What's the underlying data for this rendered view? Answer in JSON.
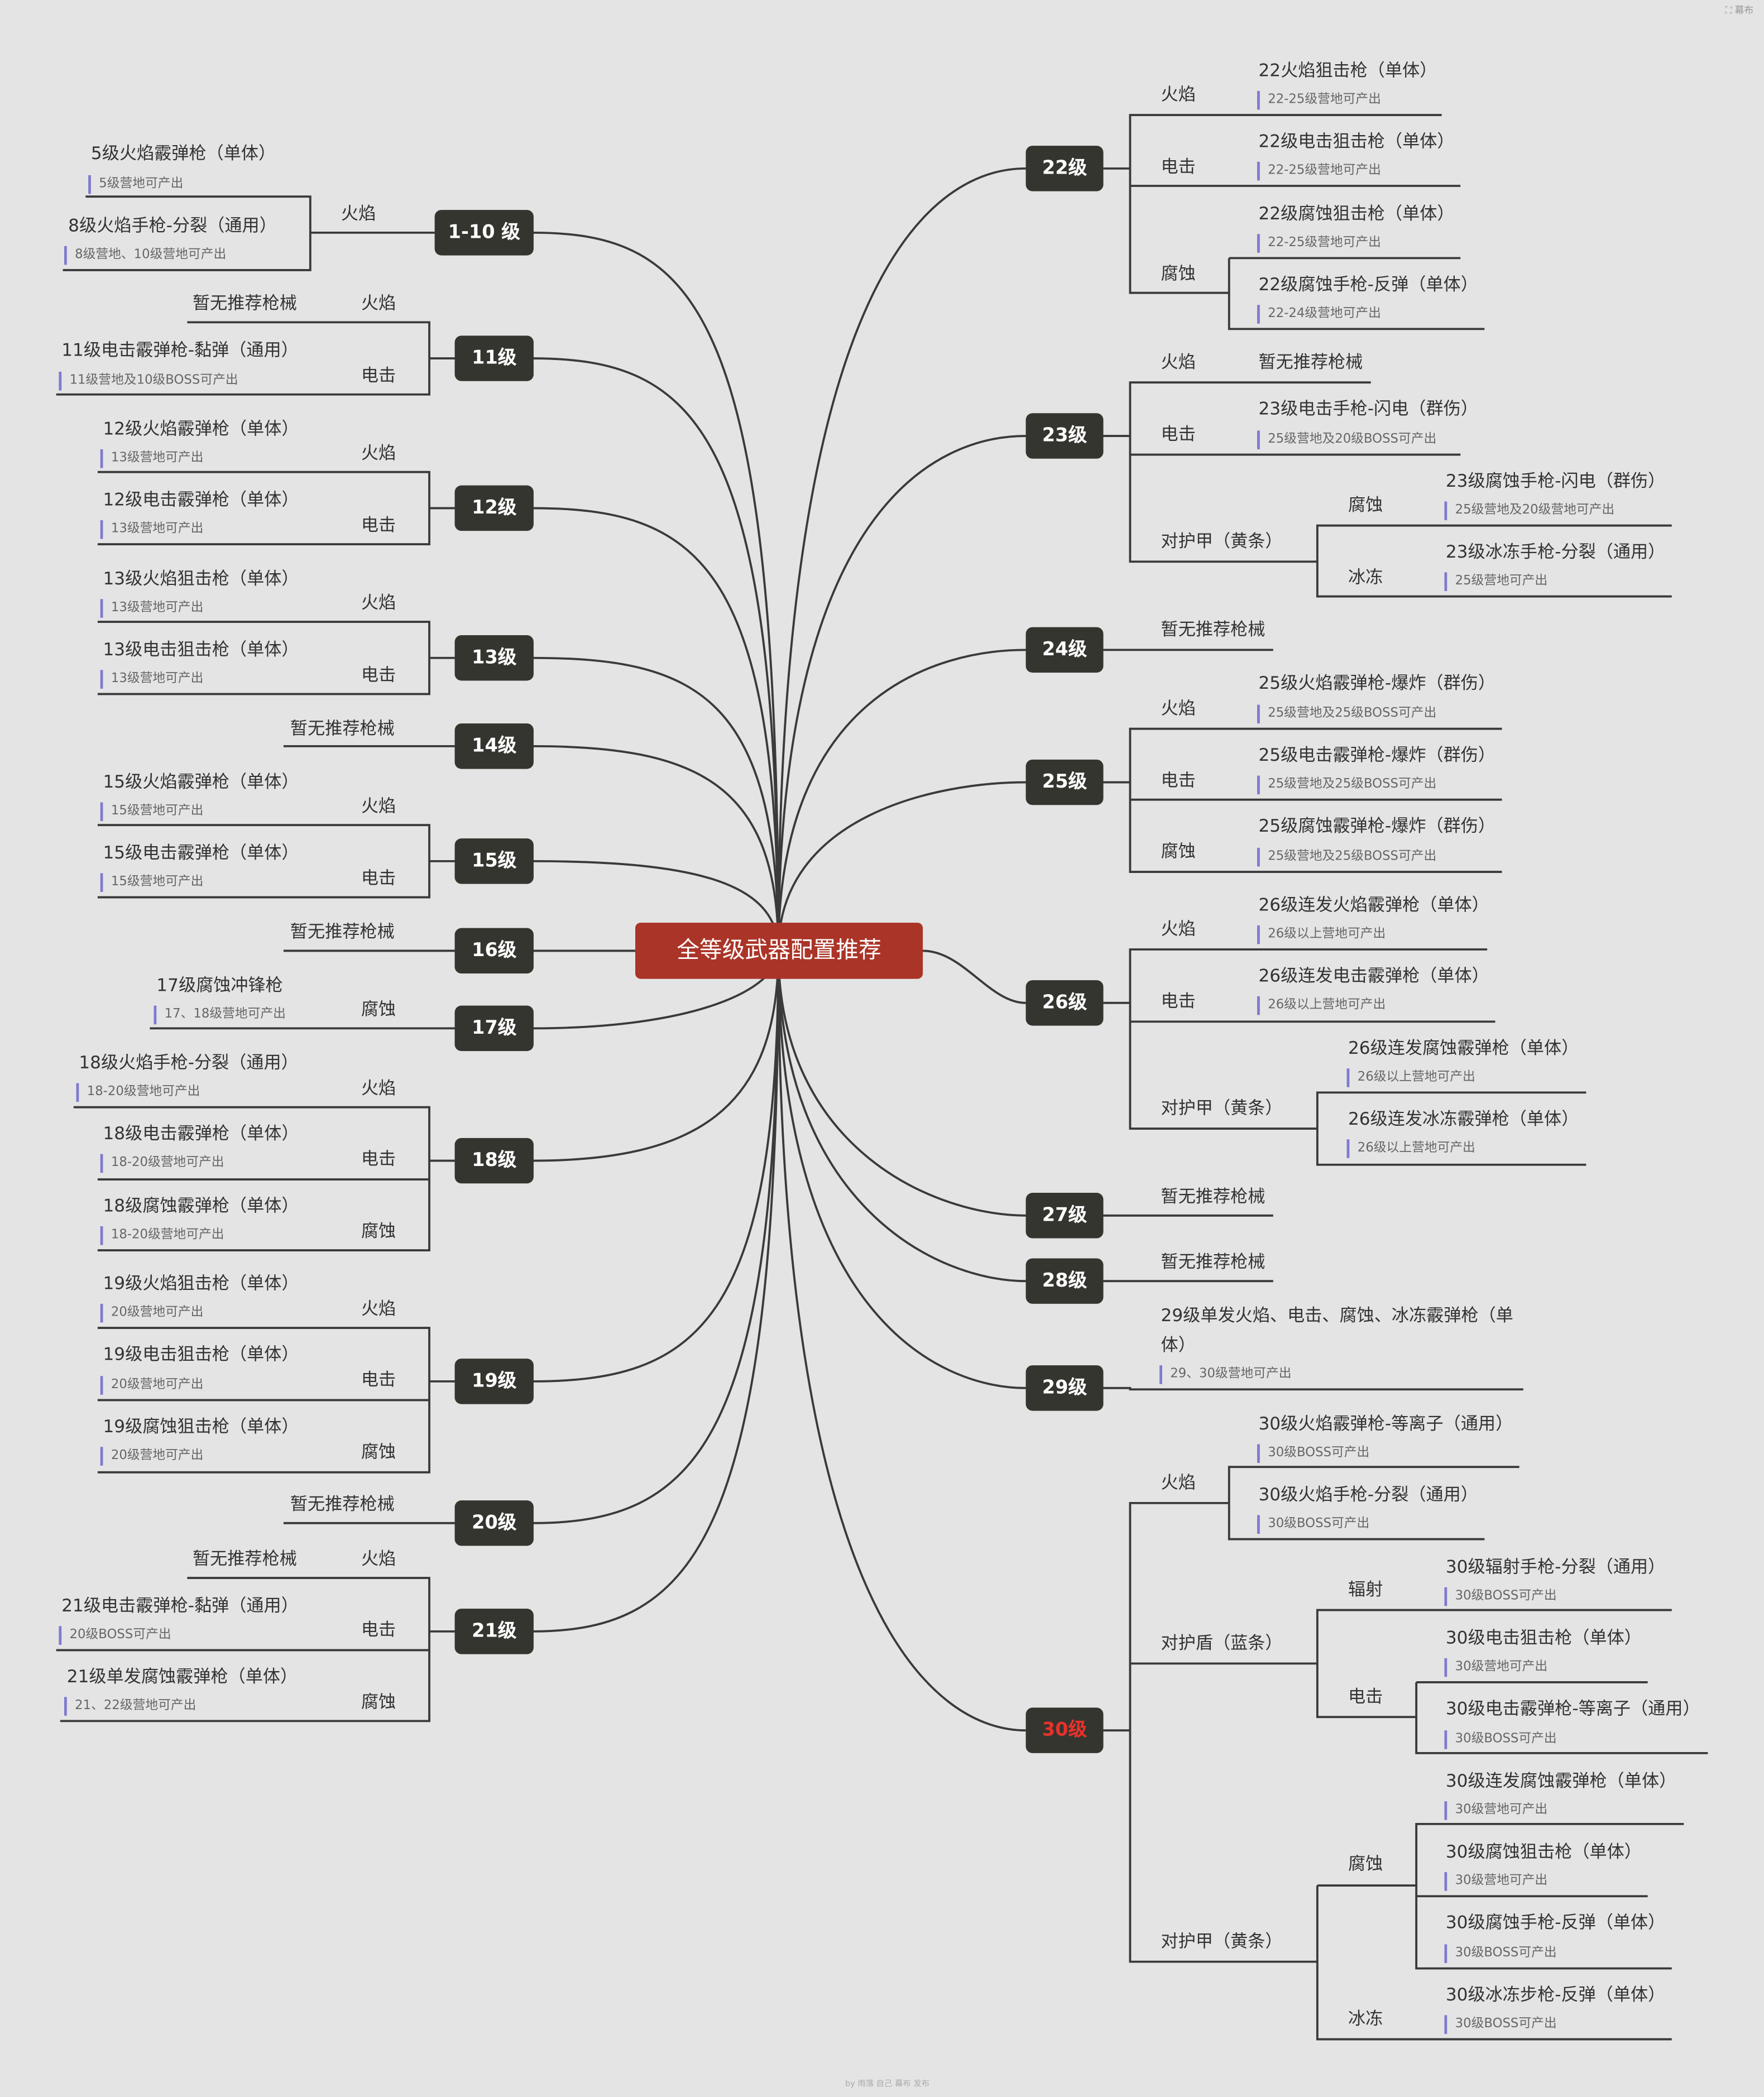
{
  "root": "全等级武器配置推荐",
  "corner": "⛶ 幕布",
  "footer": "by 雨落 自己 幕布 发布",
  "right": {
    "l22": {
      "label": "22级",
      "fire": "火焰",
      "elec": "电击",
      "rot": "腐蚀",
      "w1": "22火焰狙击枪（单体）",
      "n1": "22-25级营地可产出",
      "w2": "22级电击狙击枪（单体）",
      "n2": "22-25级营地可产出",
      "w3": "22级腐蚀狙击枪（单体）",
      "n3": "22-25级营地可产出",
      "w4": "22级腐蚀手枪-反弹（单体）",
      "n4": "22-24级营地可产出"
    },
    "l23": {
      "label": "23级",
      "fire": "火焰",
      "none": "暂无推荐枪械",
      "elec": "电击",
      "w1": "23级电击手枪-闪电（群伤）",
      "n1": "25级营地及20级BOSS可产出",
      "armor": "对护甲（黄条）",
      "rot": "腐蚀",
      "w2": "23级腐蚀手枪-闪电（群伤）",
      "n2": "25级营地及20级营地可产出",
      "ice": "冰冻",
      "w3": "23级冰冻手枪-分裂（通用）",
      "n3": "25级营地可产出"
    },
    "l24": {
      "label": "24级",
      "none": "暂无推荐枪械"
    },
    "l25": {
      "label": "25级",
      "fire": "火焰",
      "elec": "电击",
      "rot": "腐蚀",
      "w1": "25级火焰霰弹枪-爆炸（群伤）",
      "n1": "25级营地及25级BOSS可产出",
      "w2": "25级电击霰弹枪-爆炸（群伤）",
      "n2": "25级营地及25级BOSS可产出",
      "w3": "25级腐蚀霰弹枪-爆炸（群伤）",
      "n3": "25级营地及25级BOSS可产出"
    },
    "l26": {
      "label": "26级",
      "fire": "火焰",
      "elec": "电击",
      "armor": "对护甲（黄条）",
      "w1": "26级连发火焰霰弹枪（单体）",
      "n1": "26级以上营地可产出",
      "w2": "26级连发电击霰弹枪（单体）",
      "n2": "26级以上营地可产出",
      "w3": "26级连发腐蚀霰弹枪（单体）",
      "n3": "26级以上营地可产出",
      "w4": "26级连发冰冻霰弹枪（单体）",
      "n4": "26级以上营地可产出"
    },
    "l27": {
      "label": "27级",
      "none": "暂无推荐枪械"
    },
    "l28": {
      "label": "28级",
      "none": "暂无推荐枪械"
    },
    "l29": {
      "label": "29级",
      "w1a": "29级单发火焰、电击、腐蚀、冰冻霰弹枪（单",
      "w1b": "体）",
      "n1": "29、30级营地可产出"
    },
    "l30": {
      "label": "30级",
      "fire": "火焰",
      "shield": "对护盾（蓝条）",
      "rad": "辐射",
      "elec": "电击",
      "armor": "对护甲（黄条）",
      "rot": "腐蚀",
      "ice": "冰冻",
      "w1": "30级火焰霰弹枪-等离子（通用）",
      "n1": "30级BOSS可产出",
      "w2": "30级火焰手枪-分裂（通用）",
      "n2": "30级BOSS可产出",
      "w3": "30级辐射手枪-分裂（通用）",
      "n3": "30级BOSS可产出",
      "w4": "30级电击狙击枪（单体）",
      "n4": "30级营地可产出",
      "w5": "30级电击霰弹枪-等离子（通用）",
      "n5": "30级BOSS可产出",
      "w6": "30级连发腐蚀霰弹枪（单体）",
      "n6": "30级营地可产出",
      "w7": "30级腐蚀狙击枪（单体）",
      "n7": "30级营地可产出",
      "w8": "30级腐蚀手枪-反弹（单体）",
      "n8": "30级BOSS可产出",
      "w9": "30级冰冻步枪-反弹（单体）",
      "n9": "30级BOSS可产出"
    }
  },
  "left": {
    "l1": {
      "label": "1-10 级",
      "fire": "火焰",
      "w1": "5级火焰霰弹枪（单体）",
      "n1": "5级营地可产出",
      "w2": "8级火焰手枪-分裂（通用）",
      "n2": "8级营地、10级营地可产出"
    },
    "l11": {
      "label": "11级",
      "fire": "火焰",
      "none": "暂无推荐枪械",
      "elec": "电击",
      "w1": "11级电击霰弹枪-黏弹（通用）",
      "n1": "11级营地及10级BOSS可产出"
    },
    "l12": {
      "label": "12级",
      "fire": "火焰",
      "elec": "电击",
      "w1": "12级火焰霰弹枪（单体）",
      "n1": "13级营地可产出",
      "w2": "12级电击霰弹枪（单体）",
      "n2": "13级营地可产出"
    },
    "l13": {
      "label": "13级",
      "fire": "火焰",
      "elec": "电击",
      "w1": "13级火焰狙击枪（单体）",
      "n1": "13级营地可产出",
      "w2": "13级电击狙击枪（单体）",
      "n2": "13级营地可产出"
    },
    "l14": {
      "label": "14级",
      "none": "暂无推荐枪械"
    },
    "l15": {
      "label": "15级",
      "fire": "火焰",
      "elec": "电击",
      "w1": "15级火焰霰弹枪（单体）",
      "n1": "15级营地可产出",
      "w2": "15级电击霰弹枪（单体）",
      "n2": "15级营地可产出"
    },
    "l16": {
      "label": "16级",
      "none": "暂无推荐枪械"
    },
    "l17": {
      "label": "17级",
      "rot": "腐蚀",
      "w1": "17级腐蚀冲锋枪",
      "n1": "17、18级营地可产出"
    },
    "l18": {
      "label": "18级",
      "fire": "火焰",
      "elec": "电击",
      "rot": "腐蚀",
      "w1": "18级火焰手枪-分裂（通用）",
      "n1": "18-20级营地可产出",
      "w2": "18级电击霰弹枪（单体）",
      "n2": "18-20级营地可产出",
      "w3": "18级腐蚀霰弹枪（单体）",
      "n3": "18-20级营地可产出"
    },
    "l19": {
      "label": "19级",
      "fire": "火焰",
      "elec": "电击",
      "rot": "腐蚀",
      "w1": "19级火焰狙击枪（单体）",
      "n1": "20级营地可产出",
      "w2": "19级电击狙击枪（单体）",
      "n2": "20级营地可产出",
      "w3": "19级腐蚀狙击枪（单体）",
      "n3": "20级营地可产出"
    },
    "l20": {
      "label": "20级",
      "none": "暂无推荐枪械"
    },
    "l21": {
      "label": "21级",
      "fire": "火焰",
      "none": "暂无推荐枪械",
      "elec": "电击",
      "rot": "腐蚀",
      "w1": "21级电击霰弹枪-黏弹（通用）",
      "n1": "20级BOSS可产出",
      "w2": "21级单发腐蚀霰弹枪（单体）",
      "n2": "21、22级营地可产出"
    }
  }
}
